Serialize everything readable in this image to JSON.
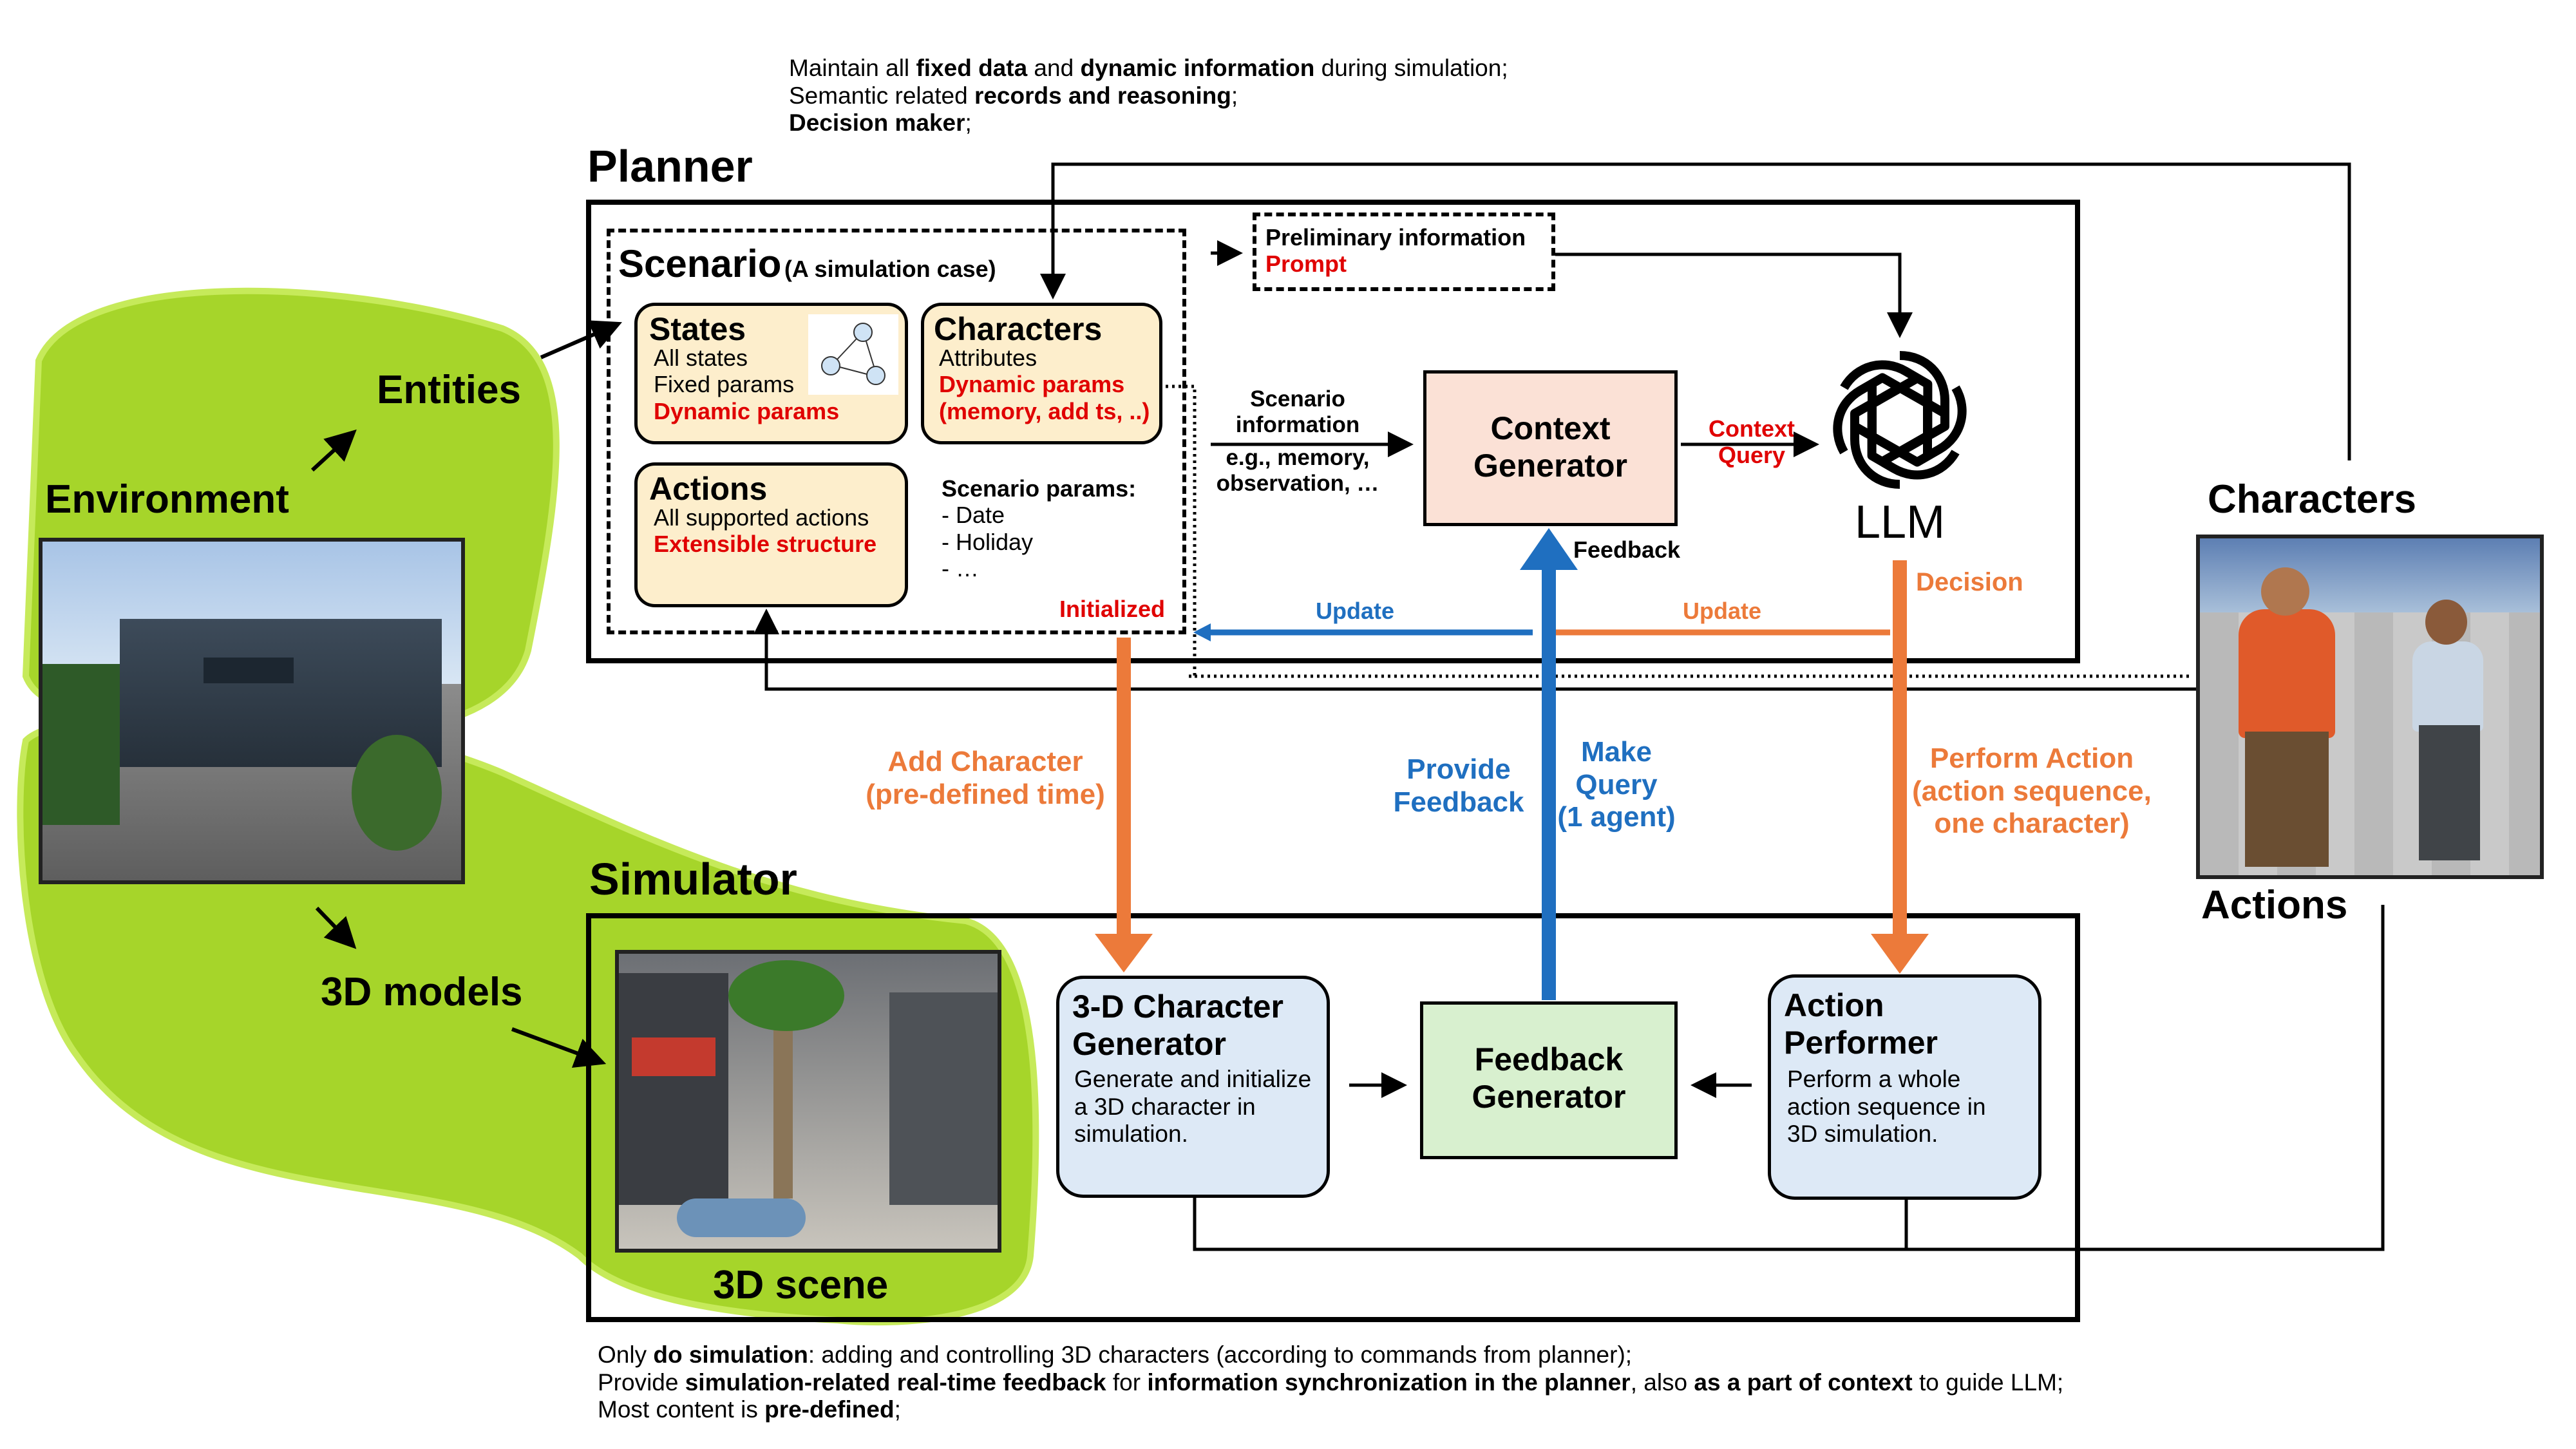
{
  "top_note": {
    "l1": [
      "Maintain all ",
      "fixed data",
      " and ",
      "dynamic information",
      " during simulation;"
    ],
    "l2": [
      "Semantic related ",
      "records and reasoning",
      ";"
    ],
    "l3": [
      "Decision maker",
      ";"
    ]
  },
  "planner": {
    "title": "Planner",
    "scenario": {
      "title": "Scenario",
      "subtitle": "(A simulation case)"
    },
    "states": {
      "title": "States",
      "line1": "All states",
      "line2": "Fixed params",
      "line3": "Dynamic params"
    },
    "characters": {
      "title": "Characters",
      "line1": "Attributes",
      "line2": "Dynamic params",
      "line3": "(memory, add ts, ..)"
    },
    "actions": {
      "title": "Actions",
      "line1": "All supported actions",
      "line2": "Extensible structure"
    },
    "scenario_params": {
      "title": "Scenario params:",
      "p1": "- Date",
      "p2": "- Holiday",
      "p3": "- …"
    },
    "initialized": "Initialized",
    "prelim": {
      "line1": "Preliminary information",
      "line2": "Prompt"
    },
    "scenario_info": {
      "l1": "Scenario",
      "l2": "information",
      "l3": "e.g., memory,",
      "l4": "observation, …"
    },
    "context_gen": {
      "l1": "Context",
      "l2": "Generator"
    },
    "context_query": {
      "l1": "Context",
      "l2": "Query"
    },
    "llm": "LLM",
    "feedback_label": "Feedback",
    "decision": "Decision",
    "update_blue": "Update",
    "update_orange": "Update"
  },
  "left": {
    "entities": "Entities",
    "environment": "Environment",
    "models": "3D models",
    "scene": "3D scene"
  },
  "right": {
    "characters": "Characters",
    "actions": "Actions"
  },
  "middle": {
    "add_char": {
      "l1": "Add Character",
      "l2": "(pre-defined time)"
    },
    "provide": {
      "l1": "Provide",
      "l2": "Feedback"
    },
    "make": {
      "l1": "Make",
      "l2": "Query",
      "l3": "(1 agent)"
    },
    "perform": {
      "l1": "Perform Action",
      "l2": "(action sequence,",
      "l3": "one character)"
    }
  },
  "simulator": {
    "title": "Simulator",
    "char_gen": {
      "t1": "3-D Character",
      "t2": "Generator",
      "d1": "Generate and initialize",
      "d2": "a 3D character in",
      "d3": "simulation."
    },
    "feedback_gen": {
      "l1": "Feedback",
      "l2": "Generator"
    },
    "action_perf": {
      "t1": "Action",
      "t2": "Performer",
      "d1": "Perform a whole",
      "d2": "action sequence in",
      "d3": "3D simulation."
    }
  },
  "bottom_note": {
    "l1": [
      "Only ",
      "do simulation",
      ": adding and controlling 3D characters (according to commands from planner);"
    ],
    "l2": [
      "Provide ",
      "simulation-related real-time feedback",
      " for ",
      "information synchronization in the planner",
      ", also ",
      "as a part of context",
      " to guide LLM;"
    ],
    "l3": [
      "Most content is ",
      "pre-defined",
      ";"
    ]
  },
  "colors": {
    "green_highlight": "#a6d52a",
    "orange": "#ec7a3a",
    "blue": "#1f6fc0",
    "red": "#e00000",
    "yellow_fill": "#fdeecc",
    "blue_fill": "#dde9f6",
    "green_fill": "#d8f0cf",
    "pink_fill": "#fbe1d6"
  },
  "icons": {
    "llm": "openai-knot-icon",
    "state_graph": "state-graph-icon"
  }
}
